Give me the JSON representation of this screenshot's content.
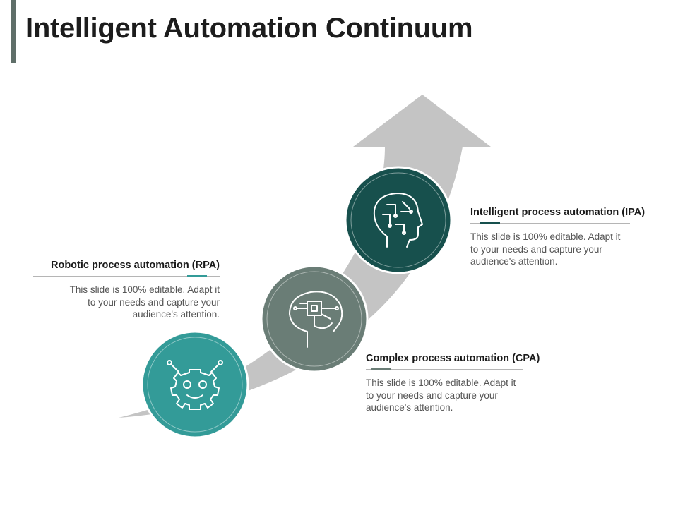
{
  "title": "Intelligent Automation Continuum",
  "colors": {
    "arrow": "#c4c4c4",
    "rpa": "#339b98",
    "cpa": "#6a7d76",
    "ipa": "#17504d",
    "title_bar": "#5f6f69"
  },
  "steps": [
    {
      "id": "rpa",
      "heading": "Robotic process automation (RPA)",
      "body": "This slide is 100% editable. Adapt it to your needs and capture your audience's attention.",
      "icon": "robot-gear-icon"
    },
    {
      "id": "cpa",
      "heading": "Complex process automation (CPA)",
      "body": "This slide is 100% editable. Adapt it to your needs and capture your audience's attention.",
      "icon": "circuit-brain-icon"
    },
    {
      "id": "ipa",
      "heading": "Intelligent process automation (IPA)",
      "body": "This slide is 100% editable. Adapt it to your needs and capture your audience's attention.",
      "icon": "circuit-head-icon"
    }
  ]
}
